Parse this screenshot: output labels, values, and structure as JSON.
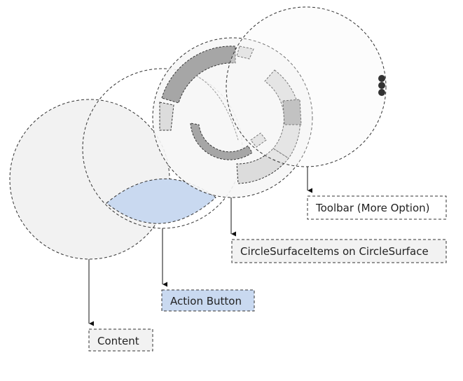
{
  "labels": {
    "toolbar": "Toolbar (More Option)",
    "circle_surface": "CircleSurfaceItems on CircleSurface",
    "action_button": "Action Button",
    "content": "Content"
  },
  "colors": {
    "content_fill": "#f2f2f2",
    "surface_fill": "#f6f6f6",
    "action_button_fill": "#c9d9f0",
    "label_fill": "#f2f2f2",
    "dark_item": "#a6a6a6",
    "light_item": "#dcdcdc",
    "stroke": "#333333",
    "dots": "#333333"
  },
  "icons": {
    "toolbar_more": "more-option-icon"
  }
}
